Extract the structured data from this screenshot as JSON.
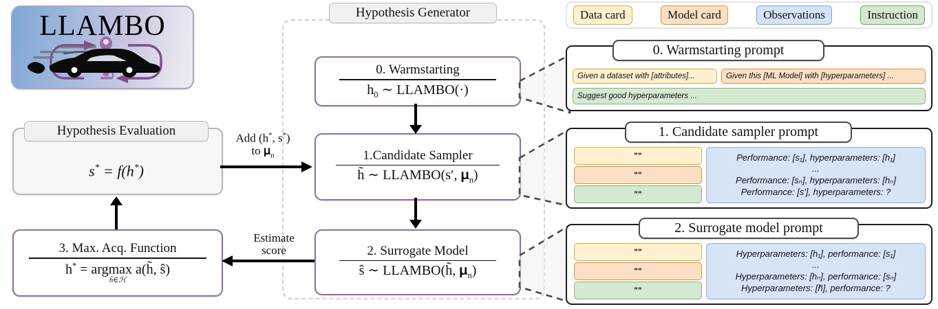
{
  "logo": {
    "word": "LLAMBO",
    "icon_names": [
      "lightbulb-icon",
      "car-icon",
      "microscope-icon",
      "cycle-arrows-icon"
    ]
  },
  "flow": {
    "region_label": "Hypothesis Generator",
    "nodes": [
      {
        "id": "warmstarting",
        "title": "0. Warmstarting",
        "formula_html": "h<sub>0</sub> &#8764; LLAMBO(&#183;)"
      },
      {
        "id": "candidate-sampler",
        "title": "1.Candidate Sampler",
        "formula_html": "h&#771; &#8764; LLAMBO(s&#8242;, &#120525;<sub>n</sub>)"
      },
      {
        "id": "surrogate-model",
        "title": "2. Surrogate Model",
        "formula_html": "s&#770; &#8764; LLAMBO(h&#771;, &#120525;<sub>n</sub>)"
      },
      {
        "id": "max-acq-function",
        "title": "3. Max. Acq. Function",
        "formula_html": "h<sup>*</sup> = argmax a(h&#771;, s&#770;)",
        "subscript_html": "h&#771;&#8712;&#8459;"
      }
    ],
    "evaluation": {
      "title": "Hypothesis Evaluation",
      "formula_html": "s<sup>*</sup> = f(h<sup>*</sup>)"
    },
    "edges": [
      {
        "id": "add-to-dn",
        "line1_html": "Add (h<sup>*</sup>, s<sup>*</sup>)",
        "line2_html": "to &#120525;<sub>n</sub>"
      },
      {
        "id": "estimate-score",
        "line1_html": "Estimate",
        "line2_html": "score"
      }
    ]
  },
  "legend": {
    "chips": [
      {
        "id": "data-card",
        "label": "Data card",
        "color": "#fdf1cf",
        "border": "#d9ab3c"
      },
      {
        "id": "model-card",
        "label": "Model card",
        "color": "#fbe0c6",
        "border": "#dd9031"
      },
      {
        "id": "observations",
        "label": "Observations",
        "color": "#d4e3f5",
        "border": "#7ba3ce"
      },
      {
        "id": "instruction",
        "label": "Instruction",
        "color": "#d5e8d0",
        "border": "#6da167"
      }
    ]
  },
  "prompts": [
    {
      "id": "warmstarting-prompt",
      "title": "0. Warmstarting prompt",
      "data_card": "Given a dataset with [attributes]...",
      "model_card": "Given this [ML Model] with [hyperparameters] ...",
      "instruction": "Suggest good hyperparameters ..."
    },
    {
      "id": "candidate-sampler-prompt",
      "title": "1. Candidate sampler prompt",
      "data_card": "\"\"",
      "model_card": "\"\"",
      "instruction": "\"\"",
      "observations": [
        "Performance: [s₁], hyperparameters: [h₁]",
        "...",
        "Performance: [sₙ], hyperparameters: [hₙ]",
        "Performance: [s′], hyperparameters: ?"
      ]
    },
    {
      "id": "surrogate-model-prompt",
      "title": "2. Surrogate model prompt",
      "data_card": "\"\"",
      "model_card": "\"\"",
      "instruction": "\"\"",
      "observations": [
        "Hyperparameters: [h₁], performance: [s₁]",
        "...",
        "Hyperparameters: [hₙ], performance: [sₙ]",
        "Hyperparameters: [h̃], performance: ?"
      ]
    }
  ],
  "colors": {
    "node_border": "#8d6fa6",
    "region_dash": "#cfcfcf",
    "connector_dash": "#4a4a4a",
    "prompt_border": "#1b1b1b"
  }
}
